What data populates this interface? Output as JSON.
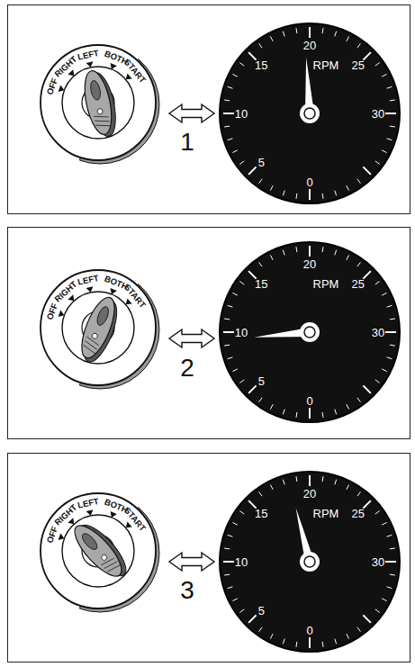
{
  "diagram": {
    "nodes": [
      {
        "text": [
          "1"
        ]
      },
      {
        "text": [
          "OFF",
          "RIGHT",
          "LEFT",
          "BOTH",
          "START"
        ],
        "in": 0
      },
      {
        "text": [
          "0",
          "5",
          "10",
          "15",
          "20",
          "25",
          "30",
          "RPM"
        ],
        "in": 0
      },
      {
        "text": [
          "2"
        ]
      },
      {
        "text": [
          "OFF",
          "RIGHT",
          "LEFT",
          "BOTH",
          "START"
        ],
        "in": 3
      },
      {
        "text": [
          "0",
          "5",
          "10",
          "15",
          "20",
          "25",
          "30",
          "RPM"
        ],
        "in": 3
      },
      {
        "text": [
          "3"
        ]
      },
      {
        "text": [
          "OFF",
          "RIGHT",
          "LEFT",
          "BOTH",
          "START"
        ],
        "in": 6
      },
      {
        "text": [
          "0",
          "5",
          "10",
          "15",
          "20",
          "25",
          "30",
          "RPM"
        ],
        "in": 6
      }
    ],
    "edges": [
      {
        "from": 1,
        "to": 2,
        "arrow": "both"
      },
      {
        "from": 4,
        "to": 5,
        "arrow": "both"
      },
      {
        "from": 7,
        "to": 8,
        "arrow": "both"
      }
    ]
  }
}
